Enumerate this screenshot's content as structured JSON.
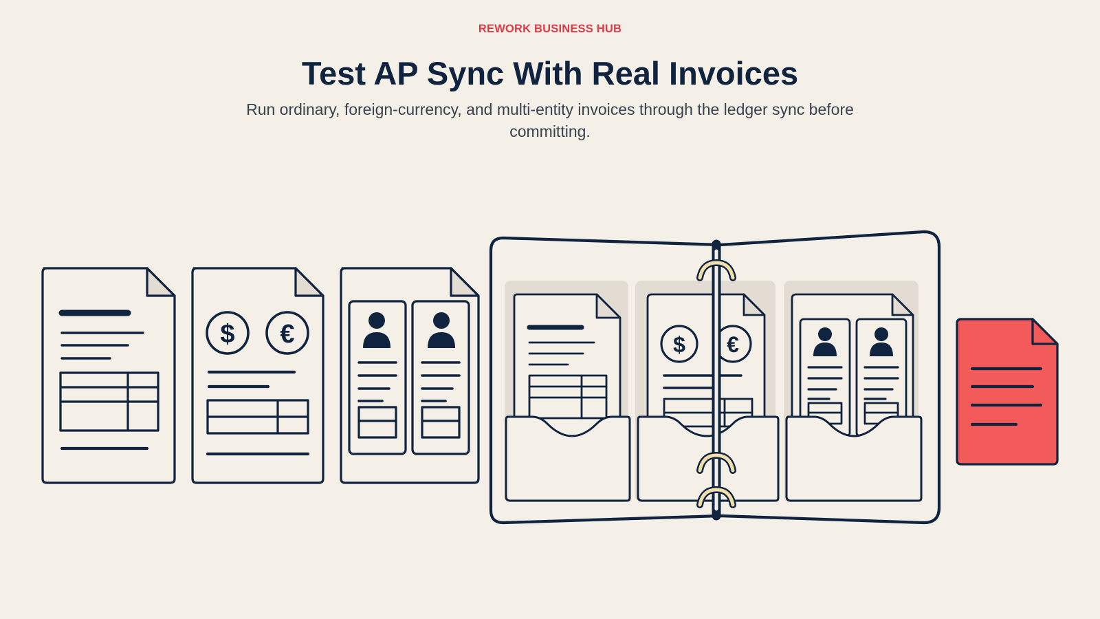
{
  "page": {
    "eyebrow": "REWORK BUSINESS HUB",
    "title": "Test AP Sync With Real Invoices",
    "subtitle": "Run ordinary, foreign-currency, and multi-entity invoices through the ledger sync before committing."
  },
  "illustration": {
    "icons": [
      "ordinary-invoice-icon",
      "foreign-currency-invoice-icon",
      "multi-entity-invoice-icon",
      "ring-binder-icon",
      "rejected-document-icon"
    ],
    "currency_symbols": [
      "$",
      "€"
    ]
  },
  "colors": {
    "background": "#f4f0e8",
    "accent_red": "#e03a47",
    "navy": "#10233f",
    "body_text": "#3a4150",
    "alert_document": "#f35a5a",
    "ring_gold": "#f0deab",
    "pocket_shadow": "#e3dcd2"
  }
}
